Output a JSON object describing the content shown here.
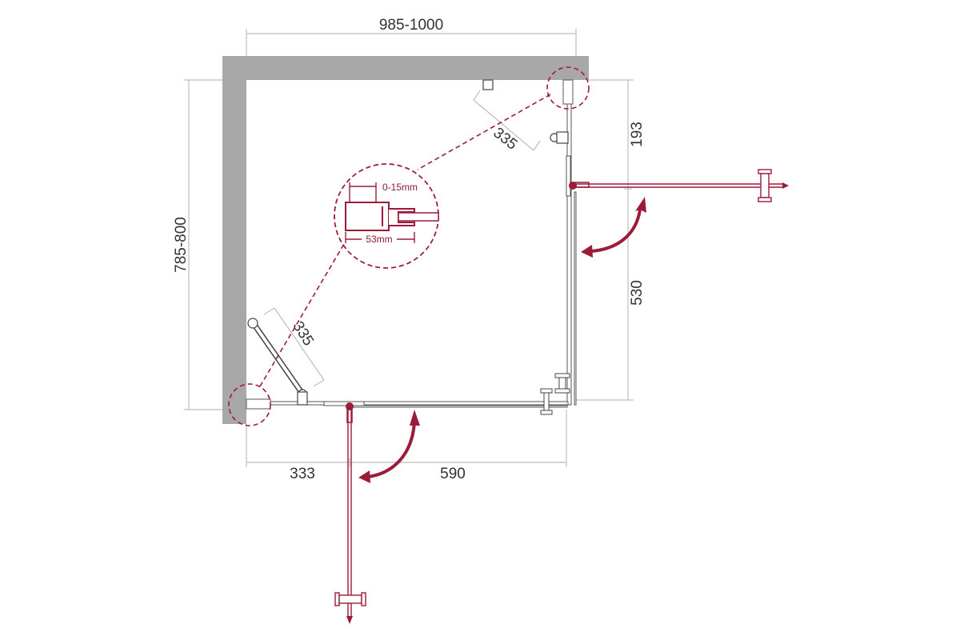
{
  "dimensions": {
    "width": "985-1000",
    "depth": "785-800",
    "right_upper": "193",
    "right_lower": "530",
    "bottom_left": "333",
    "bottom_right": "590",
    "strut_top": "335",
    "strut_left": "335"
  },
  "detail": {
    "gap": "0-15mm",
    "profile_width": "53mm"
  },
  "colors": {
    "accent": "#9b1b3b",
    "wall": "#a8a8a8",
    "dimension": "#bdbdbd"
  }
}
